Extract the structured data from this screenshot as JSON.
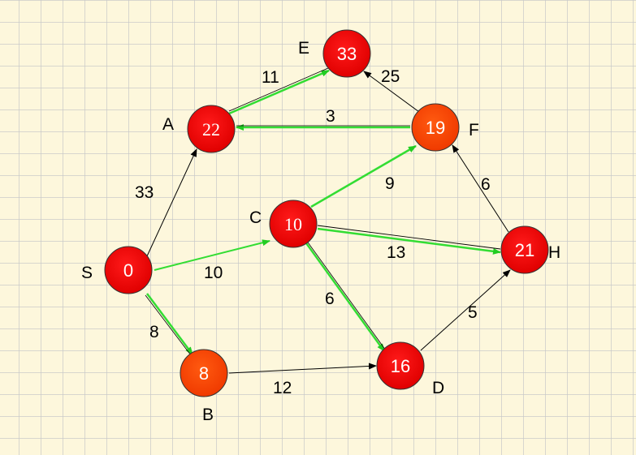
{
  "nodes": {
    "S": {
      "name": "S",
      "value": "0"
    },
    "A": {
      "name": "A",
      "value": "22"
    },
    "B": {
      "name": "B",
      "value": "8"
    },
    "C": {
      "name": "C",
      "value": "10"
    },
    "D": {
      "name": "D",
      "value": "16"
    },
    "E": {
      "name": "E",
      "value": "33"
    },
    "F": {
      "name": "F",
      "value": "19"
    },
    "H": {
      "name": "H",
      "value": "21"
    }
  },
  "edges": {
    "S_A": "33",
    "S_C": "10",
    "S_B": "8",
    "A_E": "11",
    "F_E": "25",
    "F_A": "3",
    "C_F": "9",
    "C_H": "13",
    "C_D": "6",
    "B_D": "12",
    "D_H": "5",
    "H_F": "6"
  },
  "colors": {
    "node_red": "#ee0000",
    "node_orange": "#ff4a00",
    "green_path": "#33ee33",
    "edge_black": "#000000",
    "background": "#fdf7dc",
    "grid": "#c8c8c8"
  }
}
